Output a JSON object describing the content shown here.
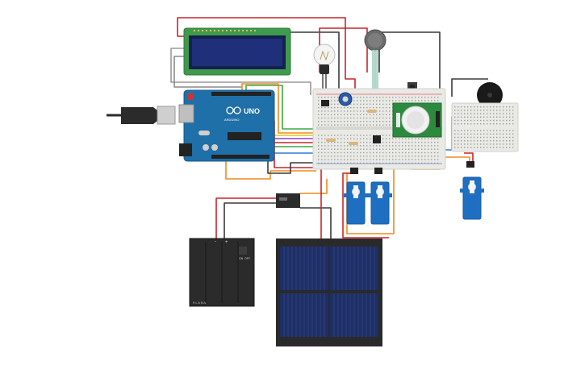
{
  "arduino": {
    "brand_text": "ARDUINO",
    "model_text": "UNO"
  },
  "battery": {
    "brand_text": "9 L A B A",
    "plus_text": "+",
    "minus_text": "-",
    "switch_on_text": "ON",
    "switch_off_text": "OFF"
  },
  "colors": {
    "arduino_board": "#1f6fa8",
    "lcd_board": "#3f9a4d",
    "lcd_screen": "#1f2f7a",
    "breadboard": "#e9e9e6",
    "pir_board": "#2c8a3f",
    "servo_body": "#1e6fc2",
    "solar_cell": "#1e2f66",
    "battery_case": "#2b2b2b",
    "buzzer": "#1a1a1a",
    "wire_red": "#c8252b",
    "wire_black": "#3a3a3a",
    "wire_orange": "#f08a1c",
    "wire_green": "#3aa845",
    "wire_blue": "#2e7bd1",
    "wire_yellow": "#e6c51a",
    "wire_purple": "#8b3ec9",
    "wire_gray": "#9a9a9a"
  }
}
